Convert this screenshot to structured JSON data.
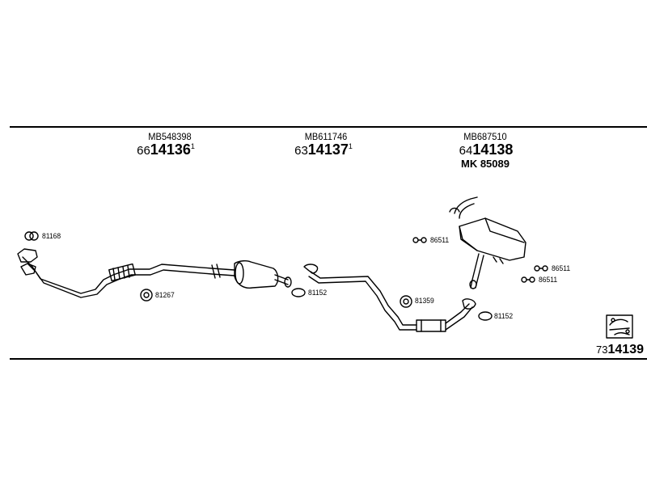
{
  "rules": [
    "top",
    "bottom"
  ],
  "groups": [
    {
      "oe": "MB548398",
      "prefix": "66",
      "part": "14136",
      "sup": "1"
    },
    {
      "oe": "MB611746",
      "prefix": "63",
      "part": "14137",
      "sup": "1"
    },
    {
      "oe": "MB687510",
      "prefix": "64",
      "part": "14138",
      "sup": "",
      "kit": "MK  85089"
    }
  ],
  "callouts": {
    "c81168": "81168",
    "c81267": "81267",
    "c81152a": "81152",
    "c81359": "81359",
    "c81152b": "81152",
    "c86511a": "86511",
    "c86511b": "86511",
    "c86511c": "86511"
  },
  "complete_set": {
    "prefix": "73",
    "part": "14139",
    "icon": "exhaust-set-icon"
  }
}
